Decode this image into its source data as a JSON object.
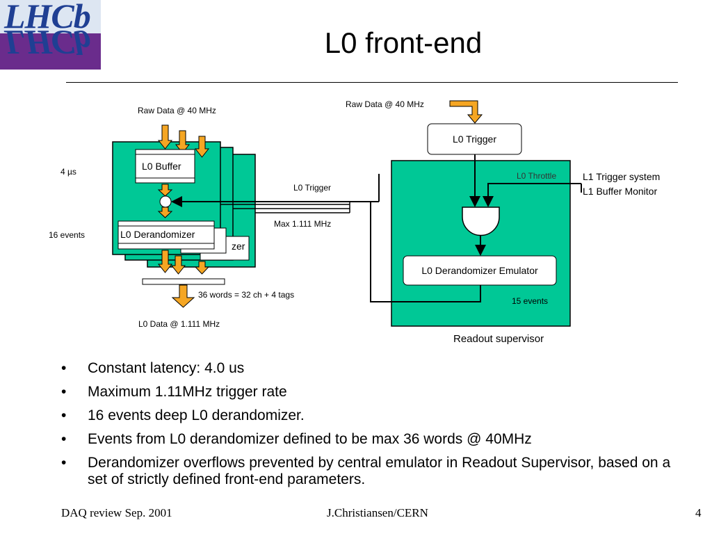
{
  "slide": {
    "title": "L0 front-end",
    "logo_text": "LHCb"
  },
  "diagram": {
    "raw_data_left": "Raw Data @  40 MHz",
    "raw_data_right": "Raw Data @  40 MHz",
    "latency": "4 µs",
    "events_16": "16 events",
    "l0_buffer": "L0 Buffer",
    "l0_derandomizer": "L0 Derandomizer",
    "derandomizer_back_fragment": "zer",
    "l0_trigger_line": "L0 Trigger",
    "max_rate": "Max 1.111 MHz",
    "words": "36 words = 32 ch + 4 tags",
    "l0_data": "L0 Data @ 1.111 MHz",
    "l0_trigger_box": "L0 Trigger",
    "l0_throttle": "L0 Throttle",
    "l1_trigger_system": "L1 Trigger system",
    "l1_buffer_monitor": "L1 Buffer Monitor",
    "emulator": "L0 Derandomizer Emulator",
    "events_15": "15 events",
    "readout_supervisor": "Readout supervisor"
  },
  "bullets": [
    "Constant latency: 4.0 us",
    "Maximum 1.11MHz trigger rate",
    "16 events deep L0 derandomizer.",
    "Events from L0 derandomizer defined to be max 36 words @ 40MHz",
    "Derandomizer overflows prevented by central emulator in Readout Supervisor, based on a set of strictly defined front-end parameters."
  ],
  "bullet_symbol": "•",
  "footer": {
    "left": "DAQ review Sep. 2001",
    "center": "J.Christiansen/CERN",
    "page": "4"
  },
  "colors": {
    "board_green": "#00c896",
    "arrow_orange": "#f5a623",
    "logo_purple": "#6a2c8c",
    "logo_blue": "#1f3f93"
  }
}
